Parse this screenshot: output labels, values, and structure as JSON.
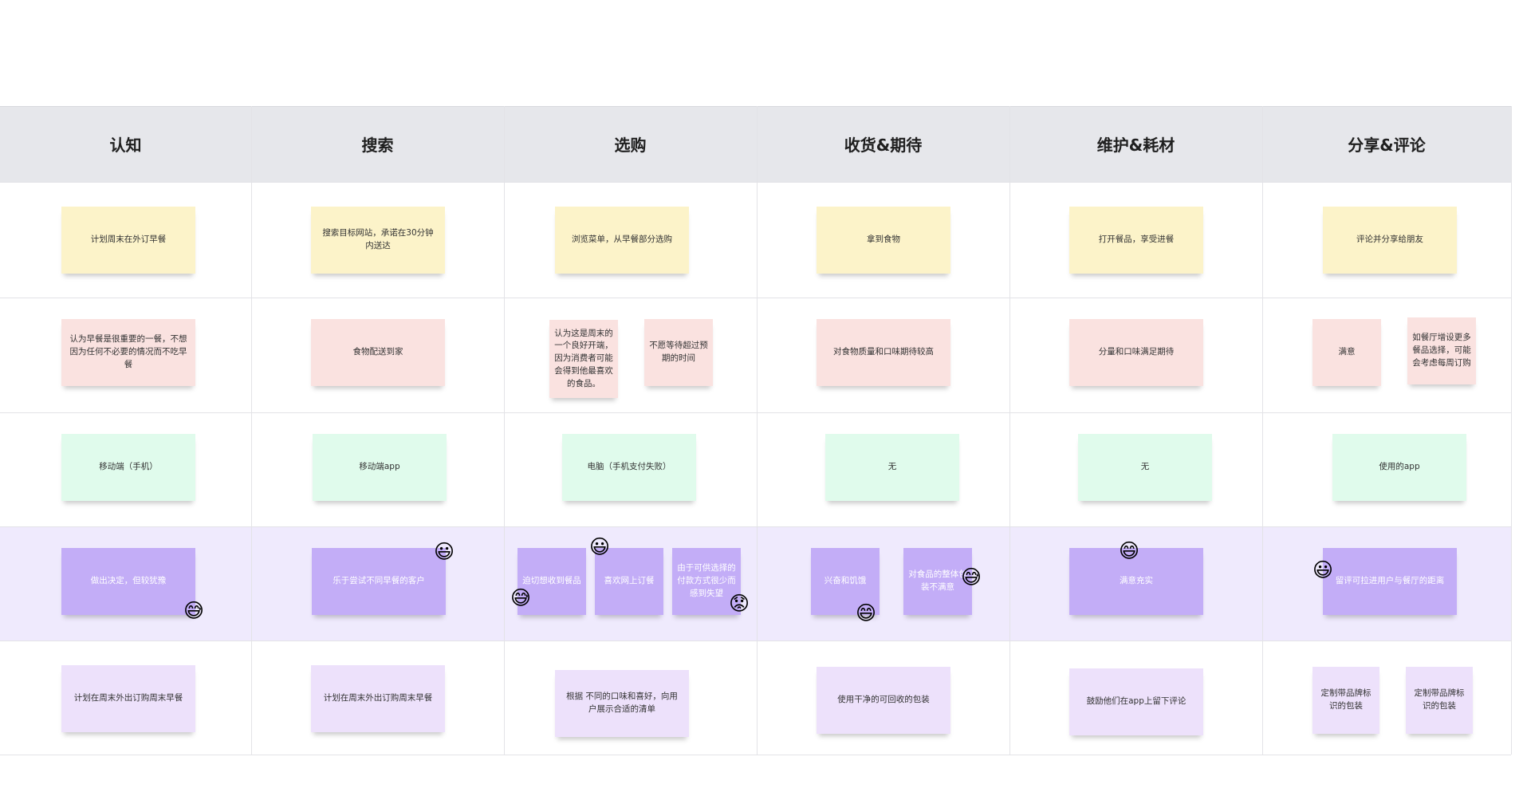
{
  "columns": [
    "认知",
    "搜索",
    "选购",
    "收货&期待",
    "维护&耗材",
    "分享&评论"
  ],
  "notes": {
    "doing": [
      "计划周末在外订早餐",
      "搜索目标网站，承诺在30分钟内送达",
      "浏览菜单，从早餐部分选购",
      "拿到食物",
      "打开餐品，享受进餐",
      "评论并分享给朋友"
    ],
    "thinking": [
      "认为早餐是很重要的一餐，不想因为任何不必要的情况而不吃早餐",
      "食物配送到家",
      "认为这是周末的一个良好开端，因为消费者可能会得到他最喜欢的食品。",
      "不愿等待超过预期的时间",
      "对食物质量和口味期待较高",
      "分量和口味满足期待",
      "满意",
      "如餐厅增设更多餐品选择，可能会考虑每周订购"
    ],
    "touchpoints": [
      "移动端（手机）",
      "移动端app",
      "电脑（手机支付失败）",
      "无",
      "无",
      "使用的app"
    ],
    "emotions": [
      "做出决定，但较犹豫",
      "乐于尝试不同早餐的客户",
      "迫切想收到餐品",
      "喜欢网上订餐",
      "由于可供选择的付款方式很少而感到失望",
      "兴奋和饥饿",
      "对食品的整体包装不满意",
      "满意充实",
      "留评可拉进用户与餐厅的距离"
    ],
    "opportunities": [
      "计划在周末外出订购周末早餐",
      "计划在周末外出订购周末早餐",
      "根据 不同的口味和喜好，向用户展示合适的清单",
      "使用干净的可回收的包装",
      "鼓励他们在app上留下评论",
      "定制带品牌标识的包装",
      "定制带品牌标识的包装"
    ]
  },
  "emoji_marks": {
    "grinning": "😃",
    "sweat_smile": "😅",
    "grin": "😄",
    "worried": "😟"
  },
  "colors": {
    "header_bg": "#e6e7eb",
    "emotion_row_bg": "#efeafd",
    "doing_note": "#fcf3c9",
    "thinking_note": "#fae2e0",
    "touchpoint_note": "#e0fbec",
    "emotion_note": "#c3adf7",
    "opportunity_note": "#ede1fb"
  }
}
